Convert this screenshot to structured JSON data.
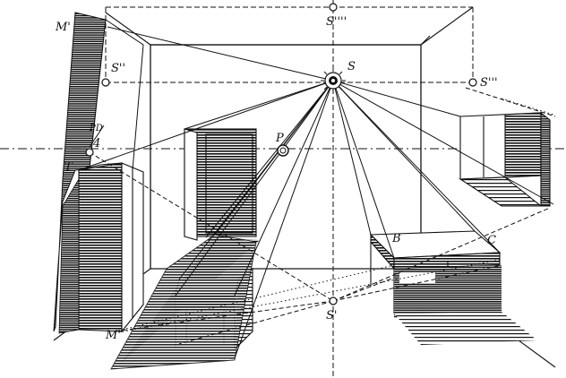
{
  "labels": {
    "S": "S",
    "S_prime": "S'",
    "S_double": "S''",
    "S_triple": "S'''",
    "S_quad": "S''''",
    "P": "P",
    "PD": "PD",
    "PD_fraction": "4",
    "T": "T",
    "M": "M",
    "M_prime": "M'",
    "B": "B",
    "C": "C"
  },
  "colors": {
    "ink": "#111111",
    "paper": "#ffffff"
  }
}
